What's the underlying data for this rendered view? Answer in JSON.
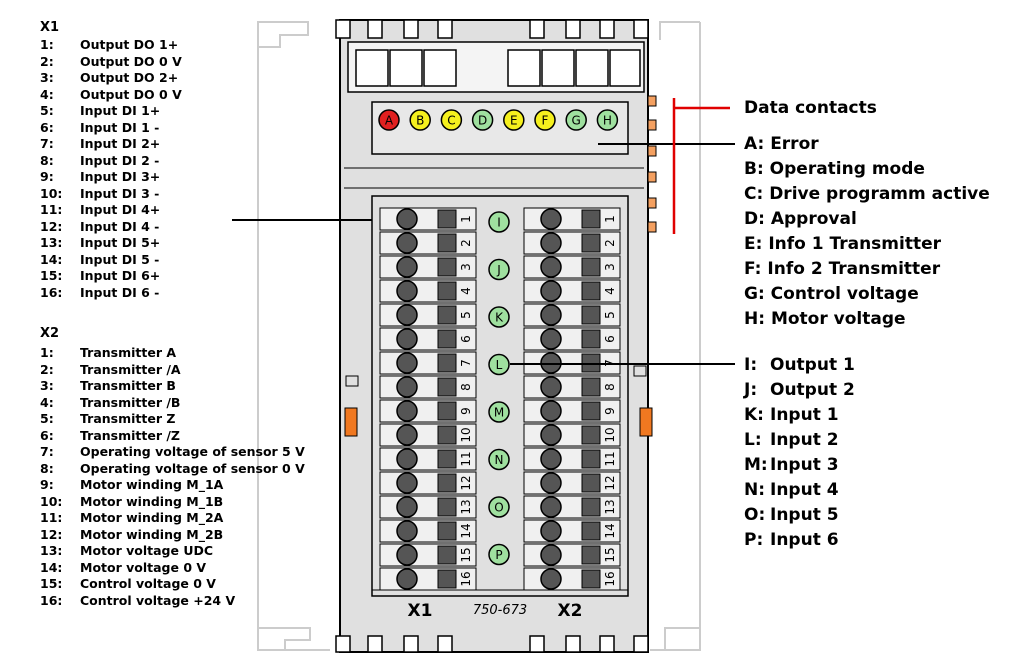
{
  "x1": {
    "title": "X1",
    "items": [
      {
        "num": "1:",
        "label": "Output DO 1+"
      },
      {
        "num": "2:",
        "label": "Output DO 0 V"
      },
      {
        "num": "3:",
        "label": "Output DO 2+"
      },
      {
        "num": "4:",
        "label": "Output DO 0 V"
      },
      {
        "num": "5:",
        "label": "Input DI 1+"
      },
      {
        "num": "6:",
        "label": "Input DI 1 -"
      },
      {
        "num": "7:",
        "label": "Input DI 2+"
      },
      {
        "num": "8:",
        "label": "Input DI 2 -"
      },
      {
        "num": "9:",
        "label": "Input DI 3+"
      },
      {
        "num": "10:",
        "label": "Input DI 3 -"
      },
      {
        "num": "11:",
        "label": "Input DI 4+"
      },
      {
        "num": "12:",
        "label": "Input DI 4 -"
      },
      {
        "num": "13:",
        "label": "Input DI 5+"
      },
      {
        "num": "14:",
        "label": "Input DI 5 -"
      },
      {
        "num": "15:",
        "label": "Input DI 6+"
      },
      {
        "num": "16:",
        "label": "Input DI 6 -"
      }
    ]
  },
  "x2": {
    "title": "X2",
    "items": [
      {
        "num": "1:",
        "label": "Transmitter A"
      },
      {
        "num": "2:",
        "label": "Transmitter /A"
      },
      {
        "num": "3:",
        "label": "Transmitter B"
      },
      {
        "num": "4:",
        "label": "Transmitter /B"
      },
      {
        "num": "5:",
        "label": "Transmitter Z"
      },
      {
        "num": "6:",
        "label": "Transmitter /Z"
      },
      {
        "num": "7:",
        "label": "Operating voltage of sensor 5 V"
      },
      {
        "num": "8:",
        "label": "Operating voltage of sensor 0 V"
      },
      {
        "num": "9:",
        "label": "Motor winding M_1A"
      },
      {
        "num": "10:",
        "label": "Motor winding M_1B"
      },
      {
        "num": "11:",
        "label": "Motor winding M_2A"
      },
      {
        "num": "12:",
        "label": "Motor winding M_2B"
      },
      {
        "num": "13:",
        "label": "Motor voltage UDC"
      },
      {
        "num": "14:",
        "label": "Motor voltage 0 V"
      },
      {
        "num": "15:",
        "label": "Control voltage 0 V"
      },
      {
        "num": "16:",
        "label": "Control voltage +24 V"
      }
    ]
  },
  "data_contacts": "Data contacts",
  "status_legend": [
    "A: Error",
    "B: Operating mode",
    "C: Drive programm active",
    "D: Approval",
    "E: Info 1 Transmitter",
    "F: Info 2 Transmitter",
    "G: Control voltage",
    "H: Motor voltage"
  ],
  "io_legend": [
    {
      "key": "I:",
      "label": "Output 1"
    },
    {
      "key": "J:",
      "label": "Output 2"
    },
    {
      "key": "K:",
      "label": "Input 1"
    },
    {
      "key": "L:",
      "label": "Input 2"
    },
    {
      "key": "M:",
      "label": "Input 3"
    },
    {
      "key": "N:",
      "label": "Input 4"
    },
    {
      "key": "O:",
      "label": "Input 5"
    },
    {
      "key": "P:",
      "label": "Input 6"
    }
  ],
  "top_leds": [
    {
      "letter": "A",
      "color": "#e02020"
    },
    {
      "letter": "B",
      "color": "#f5f01e"
    },
    {
      "letter": "C",
      "color": "#f5f01e"
    },
    {
      "letter": "D",
      "color": "#9fe09f"
    },
    {
      "letter": "E",
      "color": "#f5f01e"
    },
    {
      "letter": "F",
      "color": "#f5f01e"
    },
    {
      "letter": "G",
      "color": "#9fe09f"
    },
    {
      "letter": "H",
      "color": "#9fe09f"
    }
  ],
  "mid_leds": [
    "I",
    "J",
    "K",
    "L",
    "M",
    "N",
    "O",
    "P"
  ],
  "mid_led_color": "#9fe09f",
  "terminal_numbers": [
    "1",
    "2",
    "3",
    "4",
    "5",
    "6",
    "7",
    "8",
    "9",
    "10",
    "11",
    "12",
    "13",
    "14",
    "15",
    "16"
  ],
  "connector_x1": "X1",
  "connector_x2": "X2",
  "model": "750-673",
  "colors": {
    "line": "#000000",
    "contact_line": "#e00000",
    "body": "#e0e0e0",
    "orange": "#f07820",
    "outline": "#cccccc"
  }
}
